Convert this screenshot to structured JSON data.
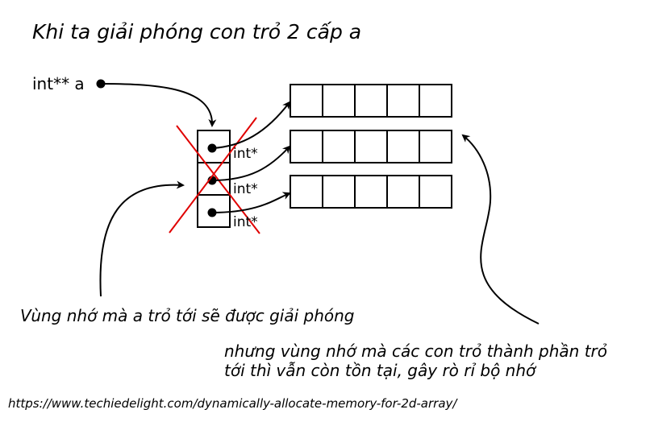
{
  "title": "Khi ta giải phóng con trỏ 2 cấp a",
  "pointer_label": "int** a",
  "pointer_cells": [
    {
      "label": "int*"
    },
    {
      "label": "int*"
    },
    {
      "label": "int*"
    }
  ],
  "arrays": [
    {
      "cells": 5
    },
    {
      "cells": 5
    },
    {
      "cells": 5
    }
  ],
  "note_left": "Vùng nhớ mà a trỏ tới sẽ được giải phóng",
  "note_right_line1": "nhưng vùng nhớ mà các con trỏ thành phần trỏ",
  "note_right_line2": "tới thì vẫn còn tồn tại, gây rò rỉ bộ nhớ",
  "source_url": "https://www.techiedelight.com/dynamically-allocate-memory-for-2d-array/",
  "colors": {
    "cross": "#e00000",
    "ink": "#000000"
  }
}
